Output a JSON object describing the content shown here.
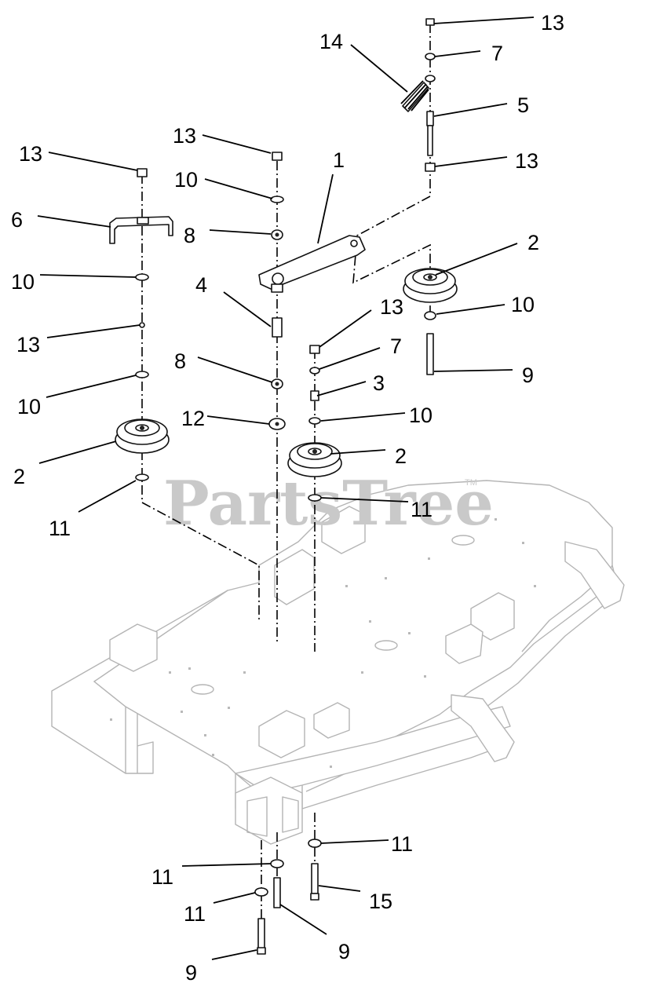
{
  "watermark": {
    "text": "PartsTree",
    "trademark": "TM"
  },
  "callouts": [
    {
      "label": "13"
    },
    {
      "label": "7"
    },
    {
      "label": "14"
    },
    {
      "label": "5"
    },
    {
      "label": "13"
    },
    {
      "label": "13"
    },
    {
      "label": "1"
    },
    {
      "label": "13"
    },
    {
      "label": "10"
    },
    {
      "label": "6"
    },
    {
      "label": "8"
    },
    {
      "label": "2"
    },
    {
      "label": "10"
    },
    {
      "label": "4"
    },
    {
      "label": "13"
    },
    {
      "label": "10"
    },
    {
      "label": "13"
    },
    {
      "label": "7"
    },
    {
      "label": "9"
    },
    {
      "label": "8"
    },
    {
      "label": "3"
    },
    {
      "label": "10"
    },
    {
      "label": "10"
    },
    {
      "label": "12"
    },
    {
      "label": "2"
    },
    {
      "label": "2"
    },
    {
      "label": "11"
    },
    {
      "label": "11"
    },
    {
      "label": "11"
    },
    {
      "label": "11"
    },
    {
      "label": "15"
    },
    {
      "label": "11"
    },
    {
      "label": "9"
    },
    {
      "label": "9"
    }
  ]
}
